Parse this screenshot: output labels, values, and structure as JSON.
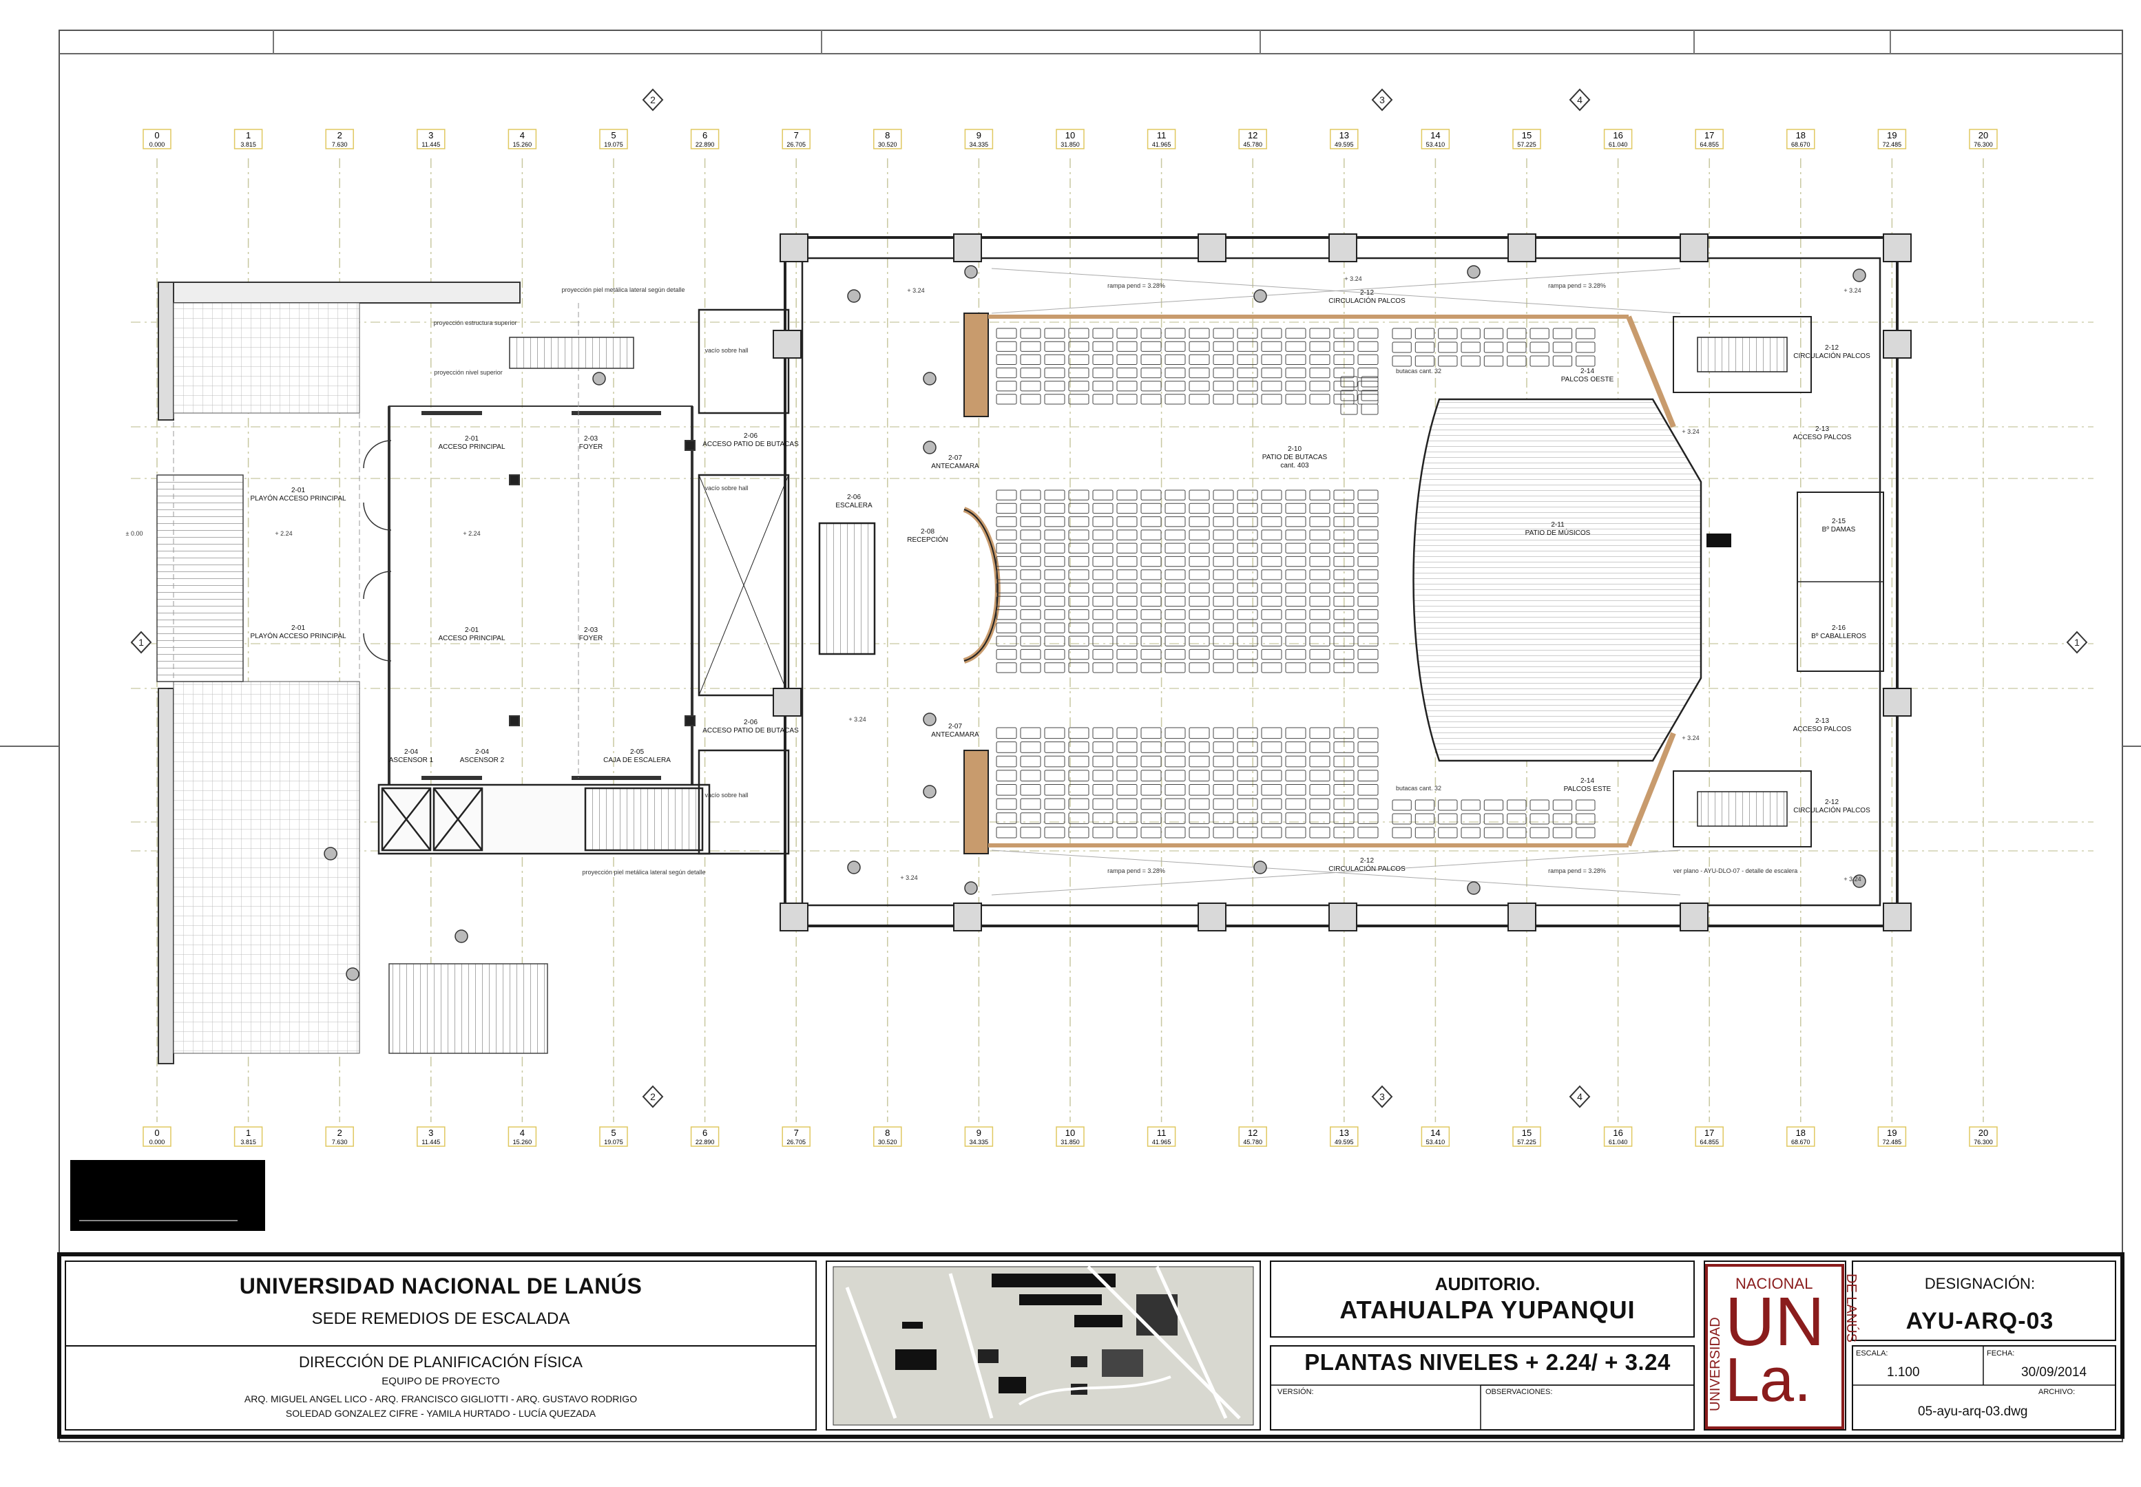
{
  "grid": {
    "columns": [
      {
        "label": "0",
        "value": "0.000"
      },
      {
        "label": "1",
        "value": "3.815"
      },
      {
        "label": "2",
        "value": "7.630"
      },
      {
        "label": "3",
        "value": "11.445"
      },
      {
        "label": "4",
        "value": "15.260"
      },
      {
        "label": "5",
        "value": "19.075"
      },
      {
        "label": "6",
        "value": "22.890"
      },
      {
        "label": "7",
        "value": "26.705"
      },
      {
        "label": "8",
        "value": "30.520"
      },
      {
        "label": "9",
        "value": "34.335"
      },
      {
        "label": "10",
        "value": "31.850"
      },
      {
        "label": "11",
        "value": "41.965"
      },
      {
        "label": "12",
        "value": "45.780"
      },
      {
        "label": "13",
        "value": "49.595"
      },
      {
        "label": "14",
        "value": "53.410"
      },
      {
        "label": "15",
        "value": "57.225"
      },
      {
        "label": "16",
        "value": "61.040"
      },
      {
        "label": "17",
        "value": "64.855"
      },
      {
        "label": "18",
        "value": "68.670"
      },
      {
        "label": "19",
        "value": "72.485"
      },
      {
        "label": "20",
        "value": "76.300"
      }
    ],
    "section_markers": [
      "2",
      "3",
      "4"
    ],
    "axis_marker": "1"
  },
  "rooms": {
    "acceso_principal": {
      "code": "2-01",
      "name": "ACCESO PRINCIPAL"
    },
    "foyer": {
      "code": "2-03",
      "name": "FOYER"
    },
    "playon": {
      "code": "2-01",
      "name": "PLAYÓN ACCESO PRINCIPAL"
    },
    "acceso_butacas": {
      "code": "2-06",
      "name": "ACCESO PATIO DE BUTACAS"
    },
    "escalera": {
      "code": "2-06",
      "name": "ESCALERA"
    },
    "recepcion": {
      "code": "2-08",
      "name": "RECEPCIÓN"
    },
    "antecamara": {
      "code": "2-07",
      "name": "ANTECAMARA"
    },
    "patio_butacas": {
      "code": "2-10",
      "name": "PATIO DE BUTACAS",
      "note": "cant. 403"
    },
    "patio_musicos": {
      "code": "2-11",
      "name": "PATIO DE MÚSICOS"
    },
    "circulacion_palcos": {
      "code": "2-12",
      "name": "CIRCULACIÓN PALCOS"
    },
    "palcos_oeste": {
      "code": "2-14",
      "name": "PALCOS OESTE"
    },
    "palcos_este": {
      "code": "2-14",
      "name": "PALCOS ESTE"
    },
    "acceso_palcos": {
      "code": "2-13",
      "name": "ACCESO PALCOS"
    },
    "bano_damas": {
      "code": "2-15",
      "name": "Bº DAMAS"
    },
    "bano_caballeros": {
      "code": "2-16",
      "name": "Bº CABALLEROS"
    },
    "ascensor1": {
      "code": "2-04",
      "name": "ASCENSOR 1"
    },
    "ascensor2": {
      "code": "2-04",
      "name": "ASCENSOR 2"
    },
    "caja_escalera": {
      "code": "2-05",
      "name": "CAJA DE ESCALERA"
    }
  },
  "annotations": {
    "level_224": "+ 2.24",
    "level_324": "+ 3.24",
    "level_000": "± 0.00",
    "rampa": "rampa pend = 3.28%",
    "butacas_32": "butacas cant. 32",
    "vacio_hall": "vacío sobre hall",
    "proy_estructura": "proyección estructura superior",
    "proy_piel": "proyección piel metálica lateral según detalle",
    "proy_nivel": "proyección nivel superior",
    "ver_plano": "ver plano - AYU-DLO-07 - detalle de escalera"
  },
  "title_block": {
    "university": "UNIVERSIDAD NACIONAL DE LANÚS",
    "campus": "SEDE REMEDIOS DE ESCALADA",
    "direction": "DIRECCIÓN DE PLANIFICACIÓN FÍSICA",
    "team_label": "EQUIPO DE PROYECTO",
    "team_line1": "ARQ. MIGUEL ANGEL LICO - ARQ. FRANCISCO GIGLIOTTI - ARQ. GUSTAVO RODRIGO",
    "team_line2": "SOLEDAD GONZALEZ CIFRE - YAMILA HURTADO  - LUCÍA QUEZADA",
    "project_label": "AUDITORIO.",
    "project_name": "ATAHUALPA YUPANQUI",
    "plan_title": "PLANTAS NIVELES + 2.24/ + 3.24",
    "version_label": "VERSIÓN:",
    "observations_label": "OBSERVACIONES:",
    "logo_top": "NACIONAL",
    "logo_left": "UNIVERSIDAD",
    "logo_right": "DE LANÚS",
    "logo_big1": "UN",
    "logo_big2": "La.",
    "designation_label": "DESIGNACIÓN:",
    "designation": "AYU-ARQ-03",
    "scale_label": "ESCALA:",
    "scale": "1.100",
    "date_label": "FECHA:",
    "date": "30/09/2014",
    "file_label": "ARCHIVO:",
    "file": "05-ayu-arq-03.dwg"
  },
  "colors": {
    "accent_brown": "#c89b6d",
    "logo_red": "#8a1c1c",
    "line": "#222222",
    "grid": "#c8c8a0"
  }
}
